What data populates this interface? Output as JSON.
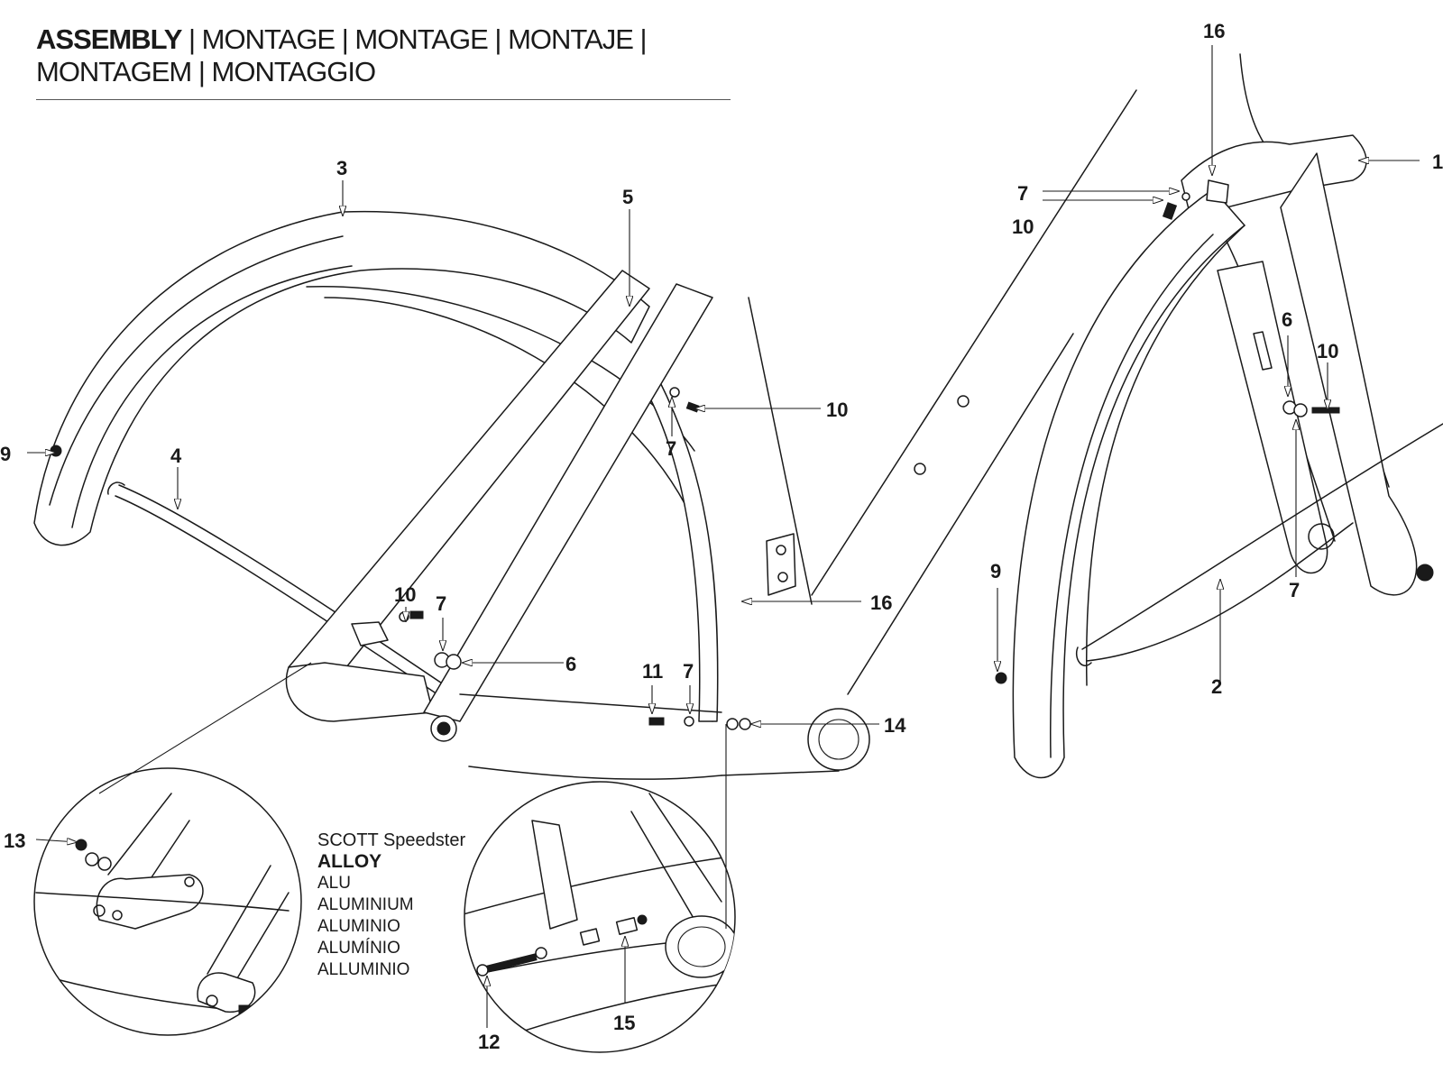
{
  "title": {
    "bold": "ASSEMBLY",
    "rest_line1": " | MONTAGE | MONTAGE | MONTAJE |",
    "rest_line2": "MONTAGEM | MONTAGGIO"
  },
  "material_block": {
    "model": "SCOTT Speedster",
    "material": "ALLOY",
    "translations": [
      "ALU",
      "ALUMINIUM",
      "ALUMINIO",
      "ALUMÍNIO",
      "ALLUMINIO"
    ]
  },
  "callouts": [
    {
      "id": "c1",
      "label": "1"
    },
    {
      "id": "c2",
      "label": "2"
    },
    {
      "id": "c3",
      "label": "3"
    },
    {
      "id": "c4",
      "label": "4"
    },
    {
      "id": "c5",
      "label": "5"
    },
    {
      "id": "c6a",
      "label": "6"
    },
    {
      "id": "c6b",
      "label": "6"
    },
    {
      "id": "c7a",
      "label": "7"
    },
    {
      "id": "c7b",
      "label": "7"
    },
    {
      "id": "c7c",
      "label": "7"
    },
    {
      "id": "c7d",
      "label": "7"
    },
    {
      "id": "c7e",
      "label": "7"
    },
    {
      "id": "c9a",
      "label": "9"
    },
    {
      "id": "c9b",
      "label": "9"
    },
    {
      "id": "c10a",
      "label": "10"
    },
    {
      "id": "c10b",
      "label": "10"
    },
    {
      "id": "c10c",
      "label": "10"
    },
    {
      "id": "c10d",
      "label": "10"
    },
    {
      "id": "c11",
      "label": "11"
    },
    {
      "id": "c12",
      "label": "12"
    },
    {
      "id": "c13",
      "label": "13"
    },
    {
      "id": "c14",
      "label": "14"
    },
    {
      "id": "c15",
      "label": "15"
    },
    {
      "id": "c16a",
      "label": "16"
    },
    {
      "id": "c16b",
      "label": "16"
    }
  ]
}
